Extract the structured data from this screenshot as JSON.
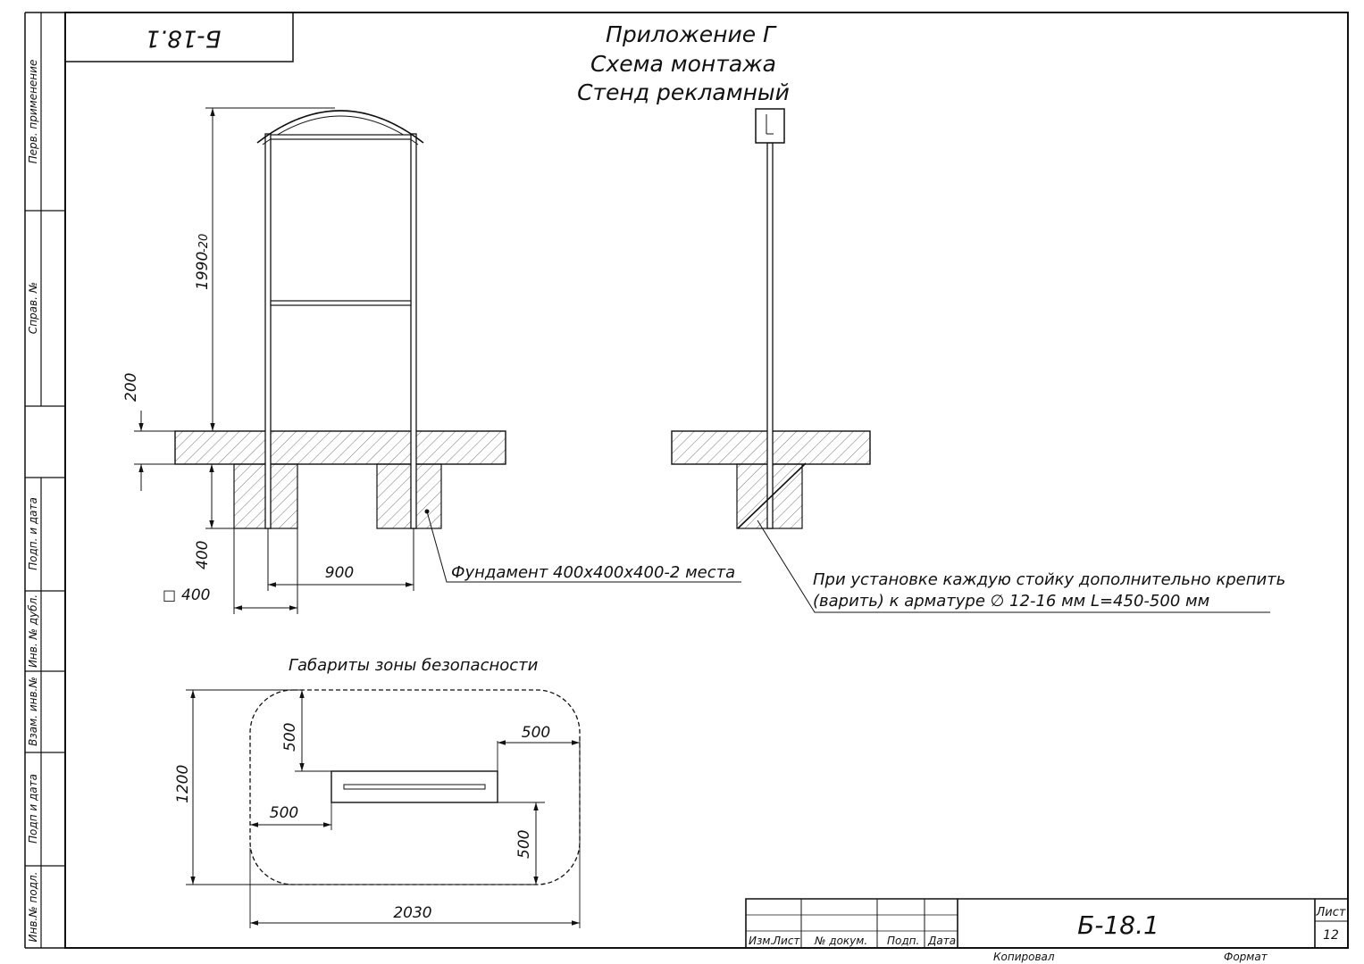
{
  "title_lines": [
    "Приложение Г",
    "Схема монтажа",
    "Стенд рекламный"
  ],
  "code_box": "Б-18.1",
  "side_labels": [
    "Перв. применение",
    "Справ. №",
    "Подп. и дата",
    "Инв. № дубл.",
    "Взам. инв.№",
    "Подп и дата",
    "Инв.№ подл."
  ],
  "front_view": {
    "height_dim": "1990",
    "height_tol": "-20",
    "ground_dim": "200",
    "depth_dim": "400",
    "span_dim": "900",
    "square_symbol": "□",
    "base_dim": "400",
    "foundation_note": "Фундамент 400х400х400-2 места"
  },
  "side_view": {
    "note_line1": "При установке каждую стойку дополнительно крепить",
    "note_line2": "(варить) к арматуре ∅ 12-16 мм L=450-500 мм"
  },
  "safety_zone": {
    "title": "Габариты зоны безопасности",
    "height_dim": "1200",
    "width_dim": "2030",
    "top_clearance": "500",
    "right_clearance": "500",
    "left_clearance": "500",
    "bottom_clearance": "500"
  },
  "title_block": {
    "col_izm": "Изм.",
    "col_list": "Лист",
    "col_doc": "№ докум.",
    "col_sign": "Подп.",
    "col_date": "Дата",
    "designation": "Б-18.1",
    "sheet_label": "Лист",
    "sheet_number": "12",
    "copied_label": "Копировал",
    "format_label": "Формат"
  }
}
